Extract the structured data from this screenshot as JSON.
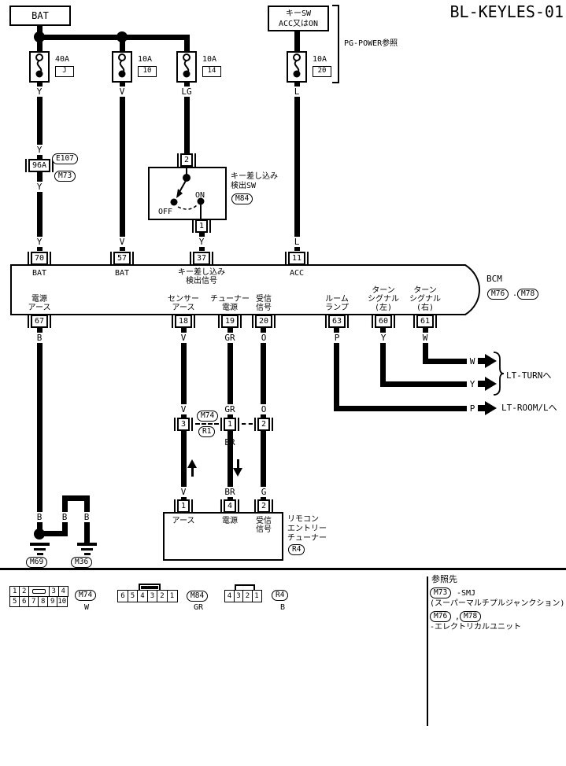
{
  "title": "BL-KEYLES-01",
  "power": {
    "bat": "BAT",
    "keysw_line1": "キーSW",
    "keysw_line2": "ACC又はON",
    "pg_note": "PG-POWER参照",
    "fuses": [
      {
        "amp": "40A",
        "id": "J",
        "wire": "Y"
      },
      {
        "amp": "10A",
        "id": "10",
        "wire": "V"
      },
      {
        "amp": "10A",
        "id": "14",
        "wire": "LG"
      },
      {
        "amp": "10A",
        "id": "20",
        "wire": "L"
      }
    ]
  },
  "smj": {
    "pin": "96A",
    "wire": "Y",
    "ref_top": "E107",
    "ref_bottom": "M73"
  },
  "key_switch": {
    "pin_in": "2",
    "pin_out": "1",
    "on": "ON",
    "off": "OFF",
    "name_line1": "キー差し込み",
    "name_line2": "検出SW",
    "ref": "M84",
    "wire_out": "Y"
  },
  "bcm": {
    "name": "BCM",
    "ref1": "M76",
    "ref_sep": ".",
    "ref2": "M78",
    "top_pins": [
      {
        "num": "70",
        "label": "BAT",
        "wire": "Y"
      },
      {
        "num": "57",
        "label": "BAT",
        "wire": "V"
      },
      {
        "num": "37",
        "label_line1": "キー差し込み",
        "label_line2": "検出信号"
      },
      {
        "num": "11",
        "label": "ACC",
        "wire": "L"
      }
    ],
    "bottom_pins": [
      {
        "num": "67",
        "line1": "電源",
        "line2": "アース",
        "line3": "",
        "wire": "B"
      },
      {
        "num": "18",
        "line1": "センサー",
        "line2": "アース",
        "line3": "",
        "wire": "V"
      },
      {
        "num": "19",
        "line1": "チューナー",
        "line2": "電源",
        "line3": "",
        "wire": "GR"
      },
      {
        "num": "20",
        "line1": "受信",
        "line2": "信号",
        "line3": "",
        "wire": "O"
      },
      {
        "num": "63",
        "line1": "ルーム",
        "line2": "ランプ",
        "line3": "",
        "wire": "P"
      },
      {
        "num": "60",
        "line1": "ターン",
        "line2": "シグナル",
        "line3": "(左)",
        "wire": "Y"
      },
      {
        "num": "61",
        "line1": "ターン",
        "line2": "シグナル",
        "line3": "(右)",
        "wire": "W"
      }
    ]
  },
  "offpage": {
    "turn": {
      "wire_w": "W",
      "wire_y": "Y",
      "label": "LT-TURNへ"
    },
    "room": {
      "wire_p": "P",
      "label": "LT-ROOM/Lへ"
    }
  },
  "inline": {
    "ref_top": "M74",
    "ref_bottom": "R1",
    "pins": [
      {
        "num": "3",
        "wire_above": "V",
        "wire_below": "V"
      },
      {
        "num": "1",
        "wire_above": "GR",
        "wire_below": "BR"
      },
      {
        "num": "2",
        "wire_above": "O",
        "wire_below": "G"
      }
    ]
  },
  "tuner": {
    "name_line1": "リモコン",
    "name_line2": "エントリー",
    "name_line3": "チューナー",
    "ref": "R4",
    "pins": [
      {
        "num": "1",
        "wire": "V",
        "label_line1": "アース",
        "label_line2": ""
      },
      {
        "num": "4",
        "wire": "BR",
        "label_line1": "電源",
        "label_line2": ""
      },
      {
        "num": "2",
        "wire": "G",
        "label_line1": "受信",
        "label_line2": "信号"
      }
    ]
  },
  "ground": {
    "wire1": "B",
    "wire2": "B",
    "wire3": "B",
    "ref_left": "M69",
    "ref_right": "M36"
  },
  "footer": {
    "m74": {
      "ref": "M74",
      "color": "W",
      "row1": [
        "1",
        "2",
        "3",
        "4"
      ],
      "row2": [
        "5",
        "6",
        "7",
        "8",
        "9",
        "10"
      ]
    },
    "m84": {
      "ref": "M84",
      "color": "GR",
      "row": [
        "6",
        "5",
        "4",
        "3",
        "2",
        "1"
      ]
    },
    "r4": {
      "ref": "R4",
      "color": "B",
      "row": [
        "4",
        "3",
        "2",
        "1"
      ]
    },
    "notes": {
      "title": "参照先",
      "ref1": "M73",
      "text1": "-SMJ",
      "text2": "(スーパーマルチプルジャンクション)",
      "ref2": "M76",
      "ref_sep": ",",
      "ref3": "M78",
      "text3": "-エレクトリカルユニット"
    }
  }
}
